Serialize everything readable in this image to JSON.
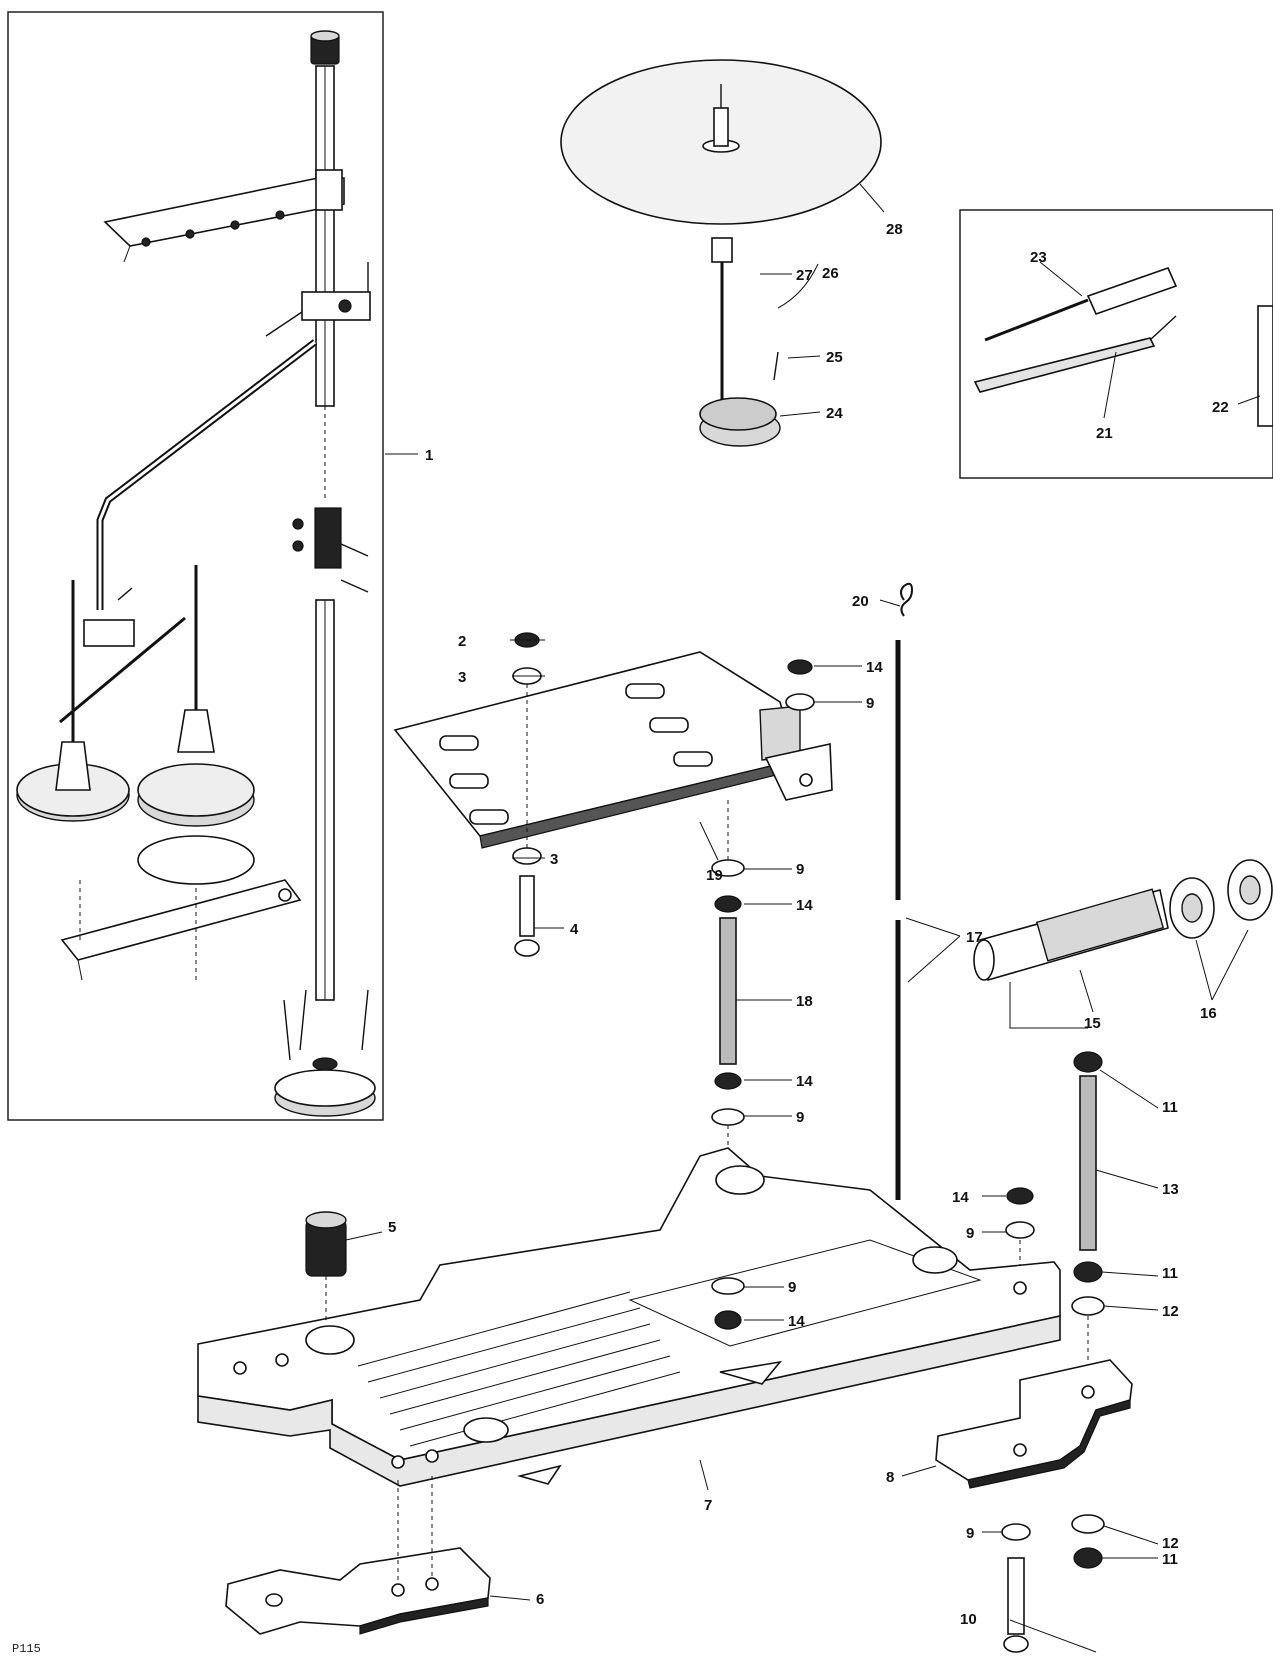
{
  "callouts": {
    "c1": "1",
    "c2": "2",
    "c3a": "3",
    "c3b": "3",
    "c4": "4",
    "c5": "5",
    "c6": "6",
    "c7": "7",
    "c8": "8",
    "c9a": "9",
    "c9b": "9",
    "c9c": "9",
    "c9d": "9",
    "c9e": "9",
    "c9f": "9",
    "c10": "10",
    "c11a": "11",
    "c11b": "11",
    "c11c": "11",
    "c12a": "12",
    "c12b": "12",
    "c13": "13",
    "c14a": "14",
    "c14b": "14",
    "c14c": "14",
    "c14d": "14",
    "c14e": "14",
    "c15": "15",
    "c16": "16",
    "c17": "17",
    "c18": "18",
    "c19": "19",
    "c20": "20",
    "c21": "21",
    "c22": "22",
    "c23": "23",
    "c24": "24",
    "c25": "25",
    "c26": "26",
    "c27": "27",
    "c28": "28"
  },
  "page_code": "P115"
}
